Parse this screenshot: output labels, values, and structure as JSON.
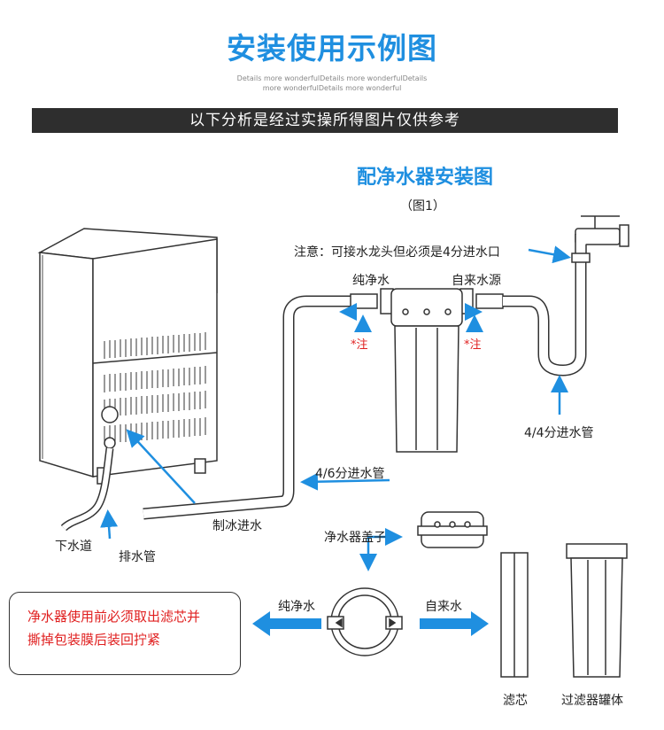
{
  "header": {
    "title": "安装使用示例图",
    "subtitle_line1": "Details more wonderfulDetails more wonderfulDetails",
    "subtitle_line2": "more wonderfulDetails more wonderful",
    "banner": "以下分析是经过实操所得图片仅供参考"
  },
  "diagram": {
    "heading": "配净水器安装图",
    "figure_label": "（图1）",
    "notice": "注意：可接水龙头但必须是4分进水口",
    "pure_water": "纯净水",
    "tap_water_source": "自来水源",
    "note_marker": "*注",
    "inlet_pipe_44": "4/4分进水管",
    "inlet_pipe_46": "4/6分进水管",
    "ice_inlet": "制冰进水",
    "drain": "下水道",
    "drain_pipe": "排水管",
    "filter_cap": "净水器盖子",
    "pure_water_out": "纯净水",
    "tap_water_in": "自来水",
    "filter_core": "滤芯",
    "filter_housing": "过滤器罐体",
    "warning": [
      "净水器使用前必须取出滤芯并",
      "撕掉包装膜后装回拧紧"
    ]
  },
  "colors": {
    "accent": "#1f8fe0",
    "warning": "#e02020",
    "banner": "#2e2e2e"
  }
}
